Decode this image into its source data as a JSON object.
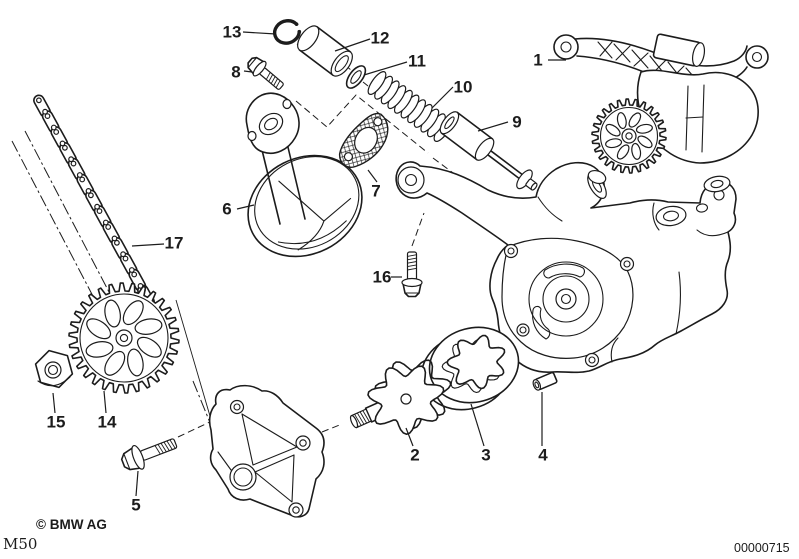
{
  "colors": {
    "ink": "#1c1c1c",
    "background": "#ffffff"
  },
  "diagram": {
    "footer": {
      "copyright": "© BMW AG",
      "model_code": "M50",
      "doc_number": "00000715"
    },
    "callouts": [
      {
        "num": "1"
      },
      {
        "num": "2"
      },
      {
        "num": "3"
      },
      {
        "num": "4"
      },
      {
        "num": "5"
      },
      {
        "num": "6"
      },
      {
        "num": "7"
      },
      {
        "num": "8"
      },
      {
        "num": "9"
      },
      {
        "num": "10"
      },
      {
        "num": "11"
      },
      {
        "num": "12"
      },
      {
        "num": "13"
      },
      {
        "num": "14"
      },
      {
        "num": "15"
      },
      {
        "num": "16"
      },
      {
        "num": "17"
      }
    ]
  }
}
